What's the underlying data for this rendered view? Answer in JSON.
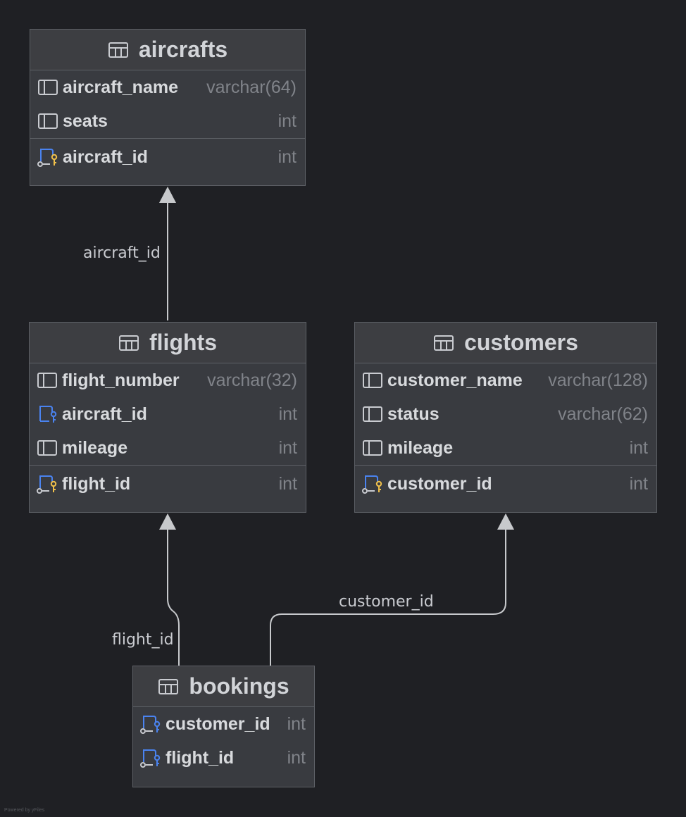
{
  "colors": {
    "background": "#1f2024",
    "table_header": "#3d3e42",
    "table_body": "#393b40",
    "border": "#5d6066",
    "line": "#c7c9cc",
    "fk_icon": "#4a83f0",
    "pk_icon": "#f0c04a"
  },
  "tables": {
    "aircrafts": {
      "name": "aircrafts",
      "columns": [
        {
          "name": "aircraft_name",
          "type": "varchar(64)",
          "icon": "column-icon"
        },
        {
          "name": "seats",
          "type": "int",
          "icon": "column-icon"
        }
      ],
      "keys": [
        {
          "name": "aircraft_id",
          "type": "int",
          "icon": "primary-key-icon"
        }
      ]
    },
    "flights": {
      "name": "flights",
      "columns": [
        {
          "name": "flight_number",
          "type": "varchar(32)",
          "icon": "column-icon"
        },
        {
          "name": "aircraft_id",
          "type": "int",
          "icon": "foreign-key-icon"
        },
        {
          "name": "mileage",
          "type": "int",
          "icon": "column-icon"
        }
      ],
      "keys": [
        {
          "name": "flight_id",
          "type": "int",
          "icon": "primary-key-icon"
        }
      ]
    },
    "customers": {
      "name": "customers",
      "columns": [
        {
          "name": "customer_name",
          "type": "varchar(128)",
          "icon": "column-icon"
        },
        {
          "name": "status",
          "type": "varchar(62)",
          "icon": "column-icon"
        },
        {
          "name": "mileage",
          "type": "int",
          "icon": "column-icon"
        }
      ],
      "keys": [
        {
          "name": "customer_id",
          "type": "int",
          "icon": "primary-key-icon"
        }
      ]
    },
    "bookings": {
      "name": "bookings",
      "columns": [
        {
          "name": "customer_id",
          "type": "int",
          "icon": "foreign-key-icon"
        },
        {
          "name": "flight_id",
          "type": "int",
          "icon": "foreign-key-icon"
        }
      ],
      "keys": []
    }
  },
  "relations": [
    {
      "from": "flights",
      "to": "aircrafts",
      "label": "aircraft_id"
    },
    {
      "from": "bookings",
      "to": "flights",
      "label": "flight_id"
    },
    {
      "from": "bookings",
      "to": "customers",
      "label": "customer_id"
    }
  ],
  "footer": "Powered by yFiles"
}
